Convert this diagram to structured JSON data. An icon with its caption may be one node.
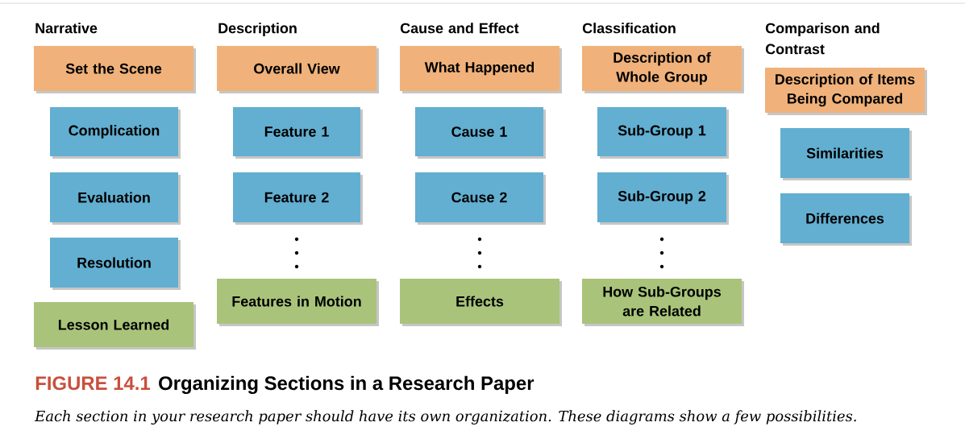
{
  "diagram": {
    "title": "Organizing Sections in a Research Paper",
    "caption": "Each section in your research paper should have its own organization. These diagrams show a few possibilities.",
    "nodes": [
      {
        "text": [
          "Set the Scene"
        ]
      },
      {
        "text": [
          "Complication"
        ]
      },
      {
        "text": [
          "Evaluation"
        ]
      },
      {
        "text": [
          "Resolution"
        ]
      },
      {
        "text": [
          "Lesson Learned"
        ]
      },
      {
        "text": [
          "Overall View"
        ]
      },
      {
        "text": [
          "Feature 1"
        ]
      },
      {
        "text": [
          "Feature 2"
        ]
      },
      {
        "text": [
          "Features in Motion"
        ]
      },
      {
        "text": [
          "What Happened"
        ]
      },
      {
        "text": [
          "Cause 1"
        ]
      },
      {
        "text": [
          "Cause 2"
        ]
      },
      {
        "text": [
          "Effects"
        ]
      },
      {
        "text": [
          "Description of Whole Group"
        ]
      },
      {
        "text": [
          "Sub-Group 1"
        ]
      },
      {
        "text": [
          "Sub-Group 2"
        ]
      },
      {
        "text": [
          "How Sub-Groups are Related"
        ]
      },
      {
        "text": [
          "Description of Items Being Compared"
        ]
      },
      {
        "text": [
          "Similarities"
        ]
      },
      {
        "text": [
          "Differences"
        ]
      }
    ],
    "labels": [
      "Narrative",
      "Description",
      "Cause and Effect",
      "Classification",
      "Comparison and Contrast",
      "FIGURE 14.1"
    ]
  }
}
